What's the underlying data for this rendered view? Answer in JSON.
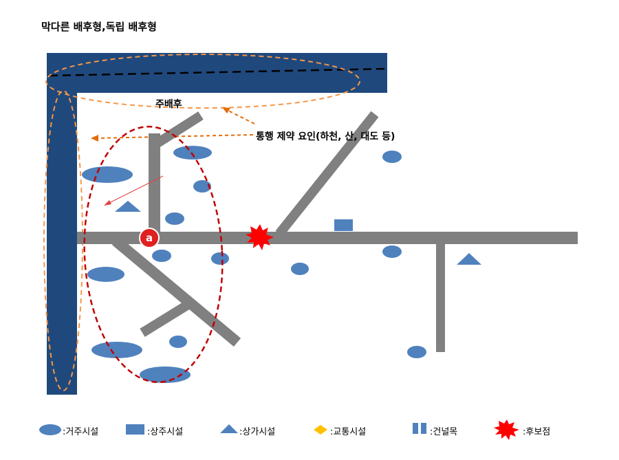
{
  "title": "막다른 배후형,독립 배후형",
  "labels": {
    "main_hinterland": "주배후",
    "traffic_constraint": "통행 제약 요인(하천, 산, 대도 등)",
    "marker_a": "a"
  },
  "legend": [
    {
      "shape": "ellipse",
      "text": ":거주시설"
    },
    {
      "shape": "rectangle",
      "text": ":상주시설"
    },
    {
      "shape": "triangle",
      "text": ":상가시설"
    },
    {
      "shape": "diamond",
      "text": ":교통시설"
    },
    {
      "shape": "double-bar",
      "text": ":건널목"
    },
    {
      "shape": "starburst",
      "text": ":후보점"
    }
  ],
  "colors": {
    "barrier": "#1f497d",
    "road": "#808080",
    "facility": "#4f81bd",
    "orange_outline": "#f79646",
    "red_outline": "#c00000",
    "diamond": "#ffc000",
    "starburst": "#ff0000",
    "marker_fill": "#e02020"
  }
}
